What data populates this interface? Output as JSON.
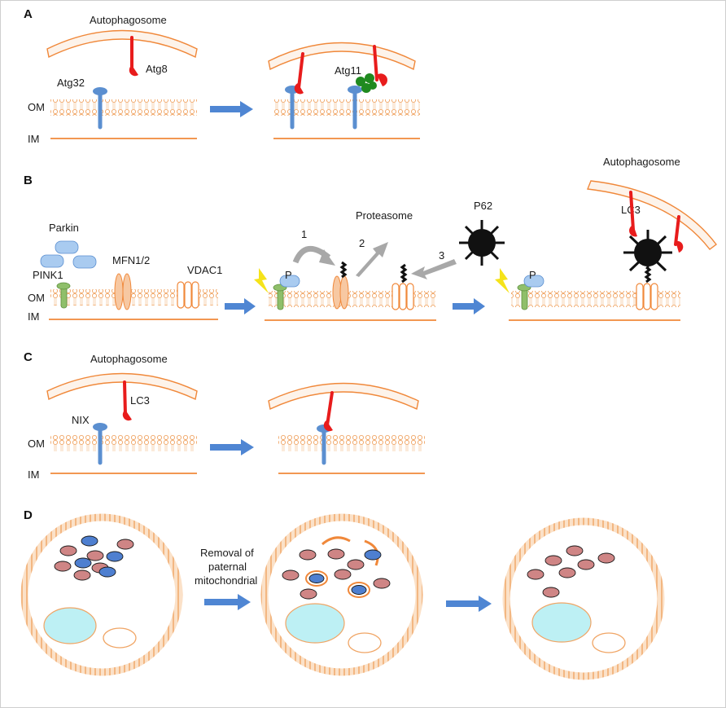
{
  "panels": {
    "a": {
      "letter": "A",
      "autophagosome": "Autophagosome",
      "atg8": "Atg8",
      "atg32": "Atg32",
      "atg11": "Atg11",
      "om": "OM",
      "im": "IM"
    },
    "b": {
      "letter": "B",
      "parkin": "Parkin",
      "pink1": "PINK1",
      "mfn": "MFN1/2",
      "vdac": "VDAC1",
      "om": "OM",
      "im": "IM",
      "p_mark_1": "P",
      "p_mark_2": "P",
      "step1": "1",
      "step2": "2",
      "step3": "3",
      "proteasome": "Proteasome",
      "p62": "P62",
      "autophagosome": "Autophagosome",
      "lc3": "LC3"
    },
    "c": {
      "letter": "C",
      "autophagosome": "Autophagosome",
      "lc3": "LC3",
      "nix": "NIX",
      "om": "OM",
      "im": "IM"
    },
    "d": {
      "letter": "D",
      "caption_line1": "Removal of",
      "caption_line2": "paternal",
      "caption_line3": "mitochondrial"
    }
  },
  "colors": {
    "membrane": "#f0883a",
    "membrane_light": "#f7c8a2",
    "receptor_blue": "#5b8fd0",
    "atg8_red": "#e81c1c",
    "atg11_green": "#1f8a1f",
    "pink1_green": "#8fbf6a",
    "parkin_blue": "#a9cbf0",
    "arrow_blue": "#4f86d3",
    "arrow_gray": "#a8a8a8",
    "bolt_yellow": "#f5e31a",
    "nucleus_cyan": "#bdf0f4",
    "mito_red": "#cf8585",
    "mito_blue": "#4e7fd0"
  }
}
